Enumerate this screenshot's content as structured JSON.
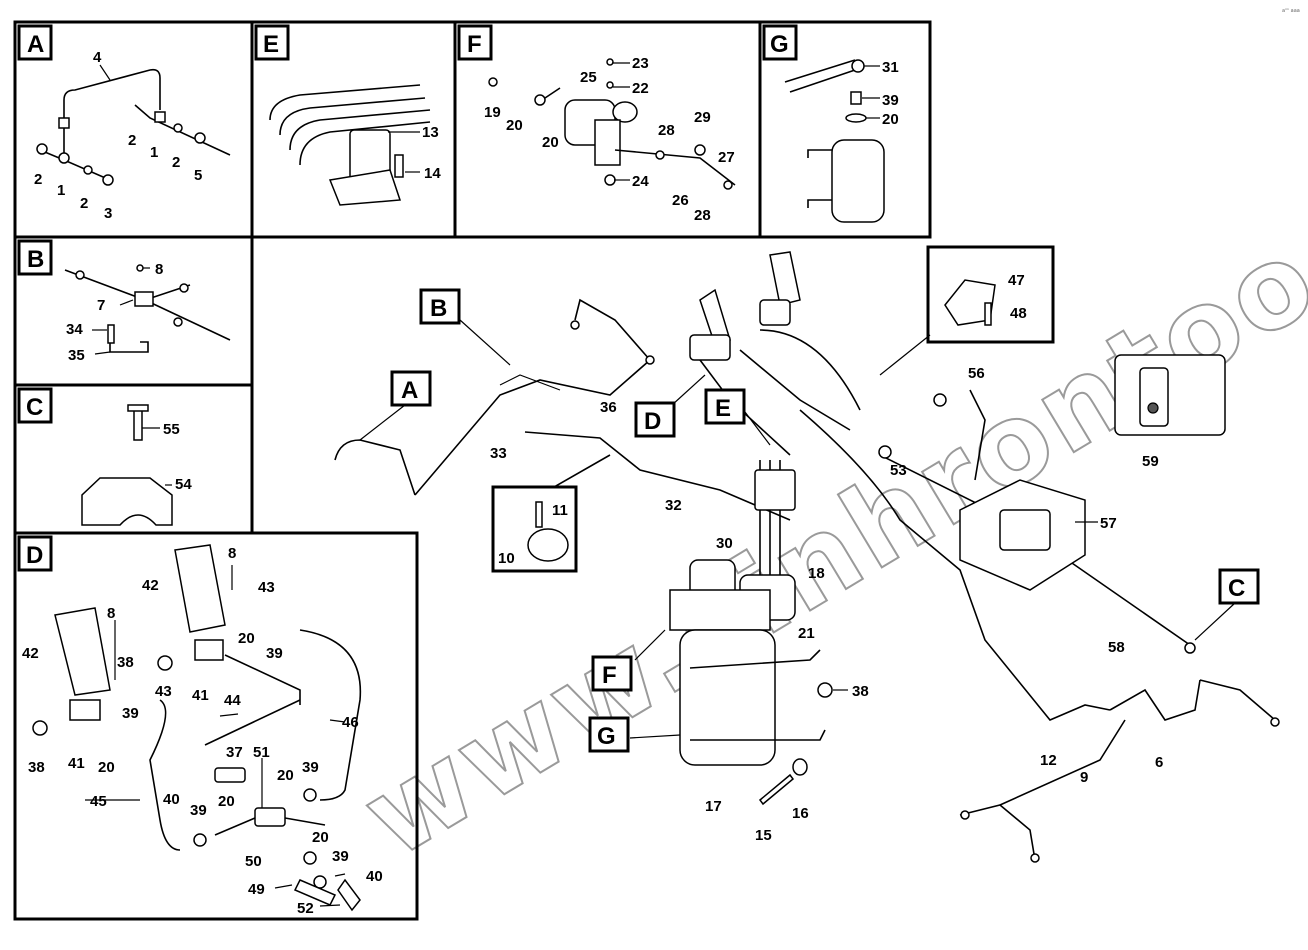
{
  "sections": [
    {
      "letter": "A",
      "parts": [
        "4",
        "2",
        "1",
        "2",
        "5",
        "2",
        "1",
        "2",
        "3"
      ]
    },
    {
      "letter": "E",
      "parts": [
        "13",
        "14"
      ]
    },
    {
      "letter": "F",
      "parts": [
        "23",
        "25",
        "22",
        "19",
        "20",
        "20",
        "29",
        "28",
        "27",
        "24",
        "26",
        "28"
      ]
    },
    {
      "letter": "G",
      "parts": [
        "31",
        "39",
        "20"
      ]
    },
    {
      "letter": "B",
      "parts": [
        "8",
        "7",
        "34",
        "35"
      ]
    },
    {
      "letter": "C",
      "parts": [
        "55",
        "54"
      ]
    },
    {
      "letter": "D",
      "parts": [
        "8",
        "42",
        "43",
        "8",
        "20",
        "42",
        "38",
        "39",
        "41",
        "43",
        "44",
        "46",
        "39",
        "38",
        "41",
        "20",
        "37",
        "51",
        "45",
        "40",
        "20",
        "39",
        "39",
        "20",
        "20",
        "39",
        "50",
        "40",
        "49",
        "52"
      ]
    }
  ],
  "main_callouts": [
    "B",
    "A",
    "D",
    "E",
    "C",
    "F",
    "G"
  ],
  "main_parts": [
    "47",
    "48",
    "56",
    "36",
    "33",
    "11",
    "10",
    "32",
    "53",
    "30",
    "18",
    "57",
    "59",
    "21",
    "38",
    "58",
    "12",
    "6",
    "9",
    "17",
    "16",
    "15"
  ],
  "corner_mark": "aⁿⁿ aaa",
  "watermark": "www.sinhrontoo.kz"
}
